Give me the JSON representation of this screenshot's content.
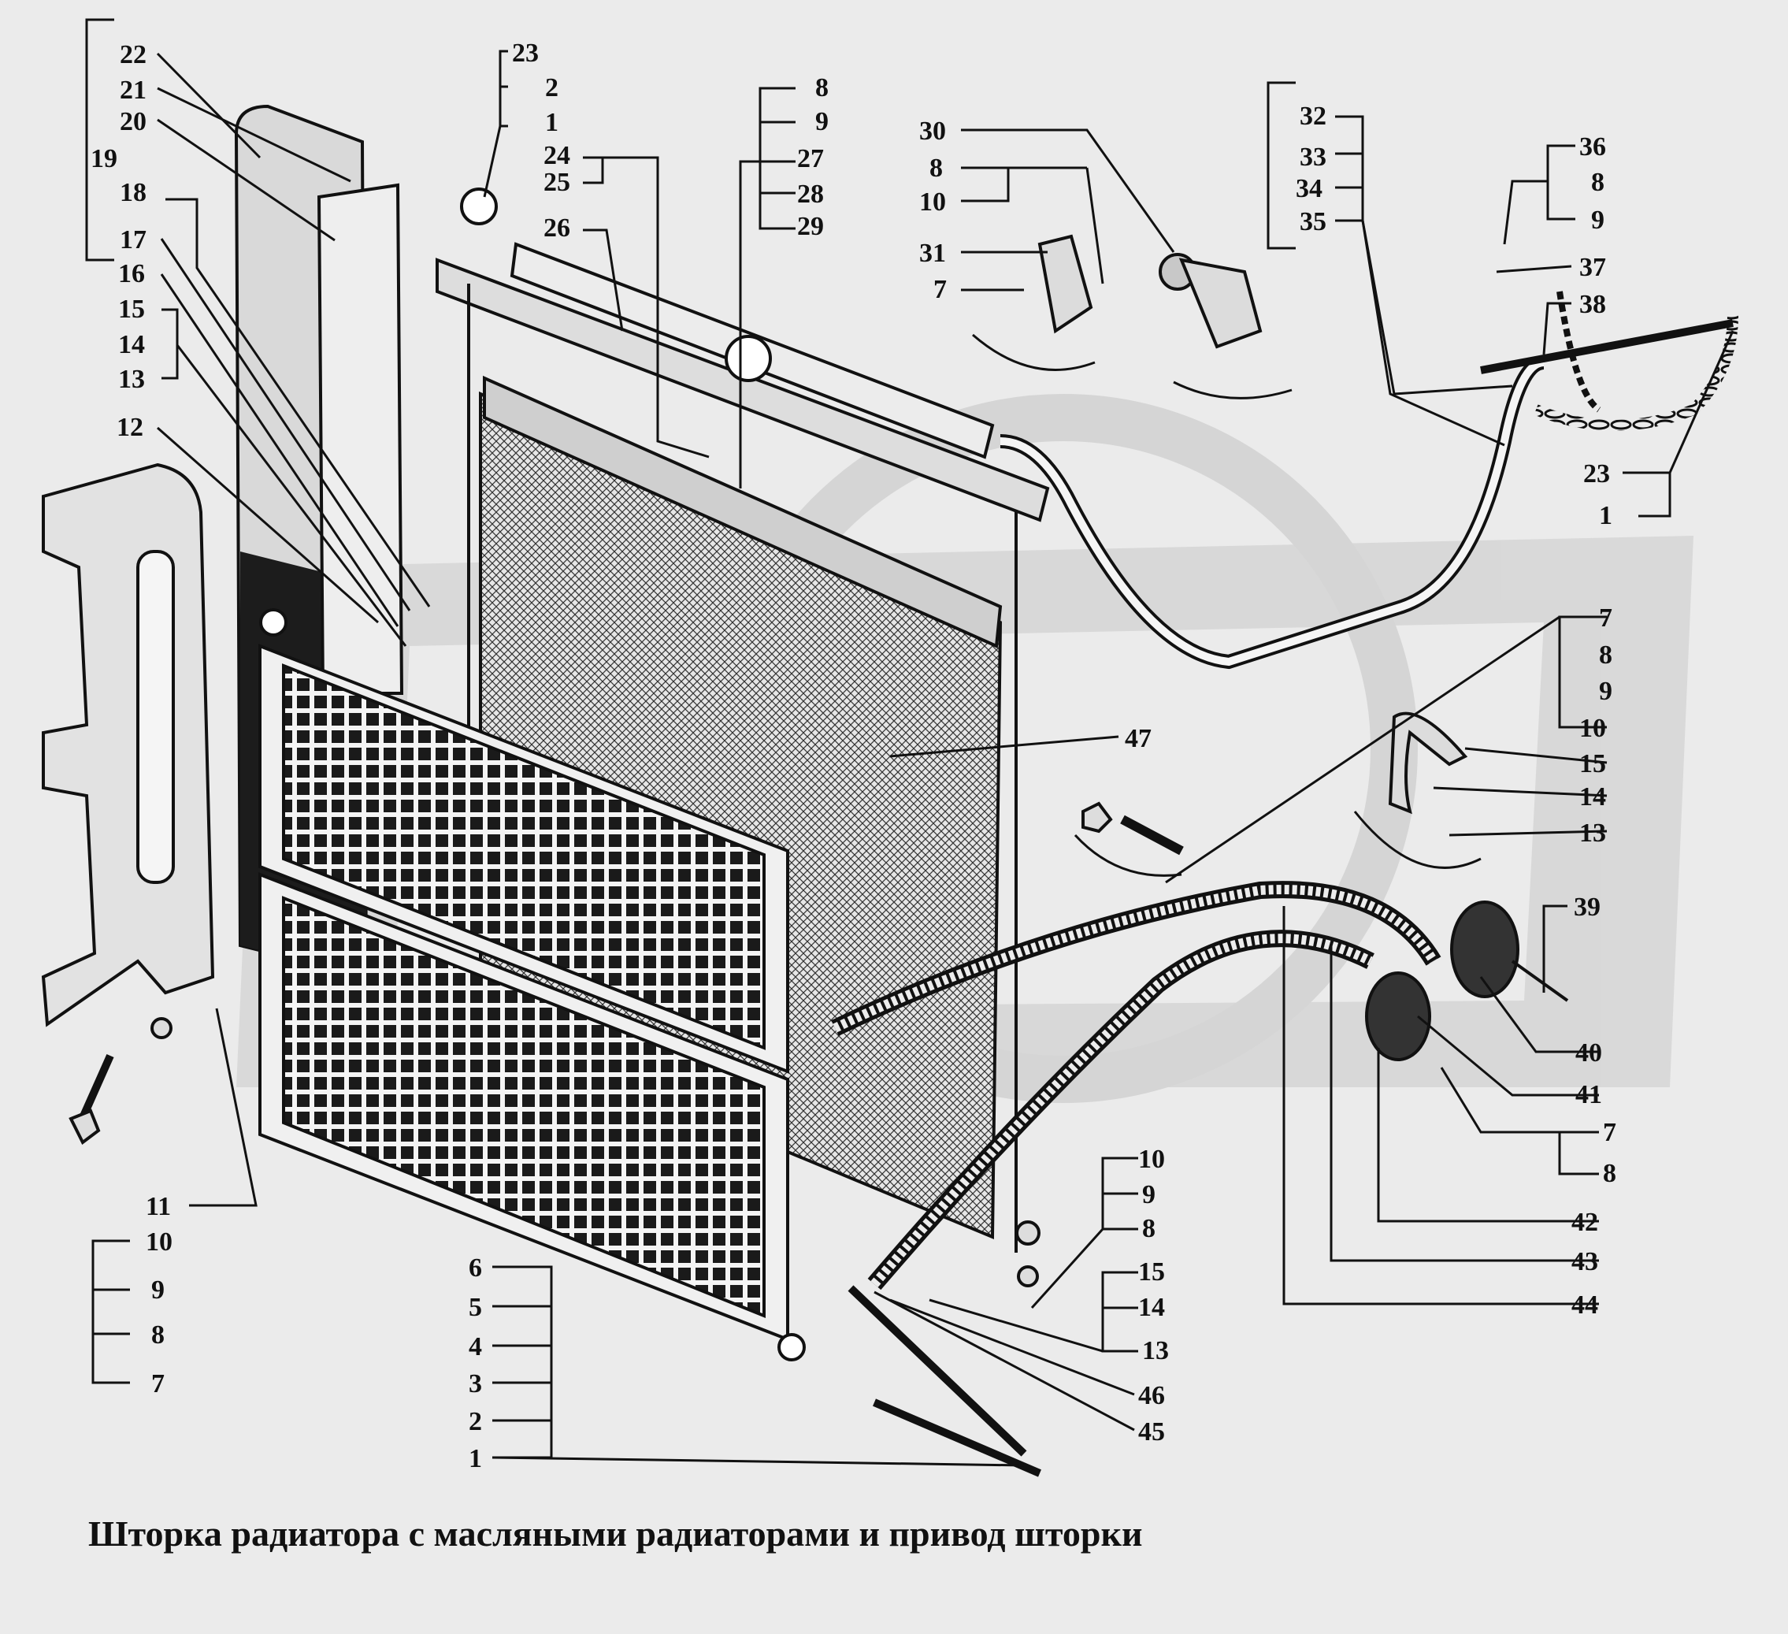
{
  "caption": "Шторка радиатора с масляными радиаторами и привод шторки",
  "callouts": {
    "n22a": "22",
    "n21a": "21",
    "n20a": "20",
    "n19a": "19",
    "n18a": "18",
    "n17a": "17",
    "n16a": "16",
    "n15a": "15",
    "n14a": "14",
    "n13a": "13",
    "n12a": "12",
    "n11a": "11",
    "n10a": "10",
    "n9a": "9",
    "n8a": "8",
    "n7a": "7",
    "n23a": "23",
    "n2a": "2",
    "n1a": "1",
    "n24": "24",
    "n25": "25",
    "n26": "26",
    "n8b": "8",
    "n9b": "9",
    "n27": "27",
    "n28": "28",
    "n29": "29",
    "n30": "30",
    "n8c": "8",
    "n10c": "10",
    "n31": "31",
    "n7c": "7",
    "n32": "32",
    "n33": "33",
    "n34": "34",
    "n35": "35",
    "n36": "36",
    "n8d": "8",
    "n9d": "9",
    "n37": "37",
    "n38": "38",
    "n23b": "23",
    "n1b": "1",
    "n7e": "7",
    "n8e": "8",
    "n9e": "9",
    "n10e": "10",
    "n15e": "15",
    "n14e": "14",
    "n13e": "13",
    "n47": "47",
    "n39": "39",
    "n40": "40",
    "n41": "41",
    "n7f": "7",
    "n8f": "8",
    "n42": "42",
    "n43": "43",
    "n44": "44",
    "n10g": "10",
    "n9g": "9",
    "n8g": "8",
    "n15g": "15",
    "n14g": "14",
    "n13g": "13",
    "n46": "46",
    "n45": "45",
    "n6h": "6",
    "n5h": "5",
    "n4h": "4",
    "n3h": "3",
    "n2h": "2",
    "n1h": "1"
  }
}
